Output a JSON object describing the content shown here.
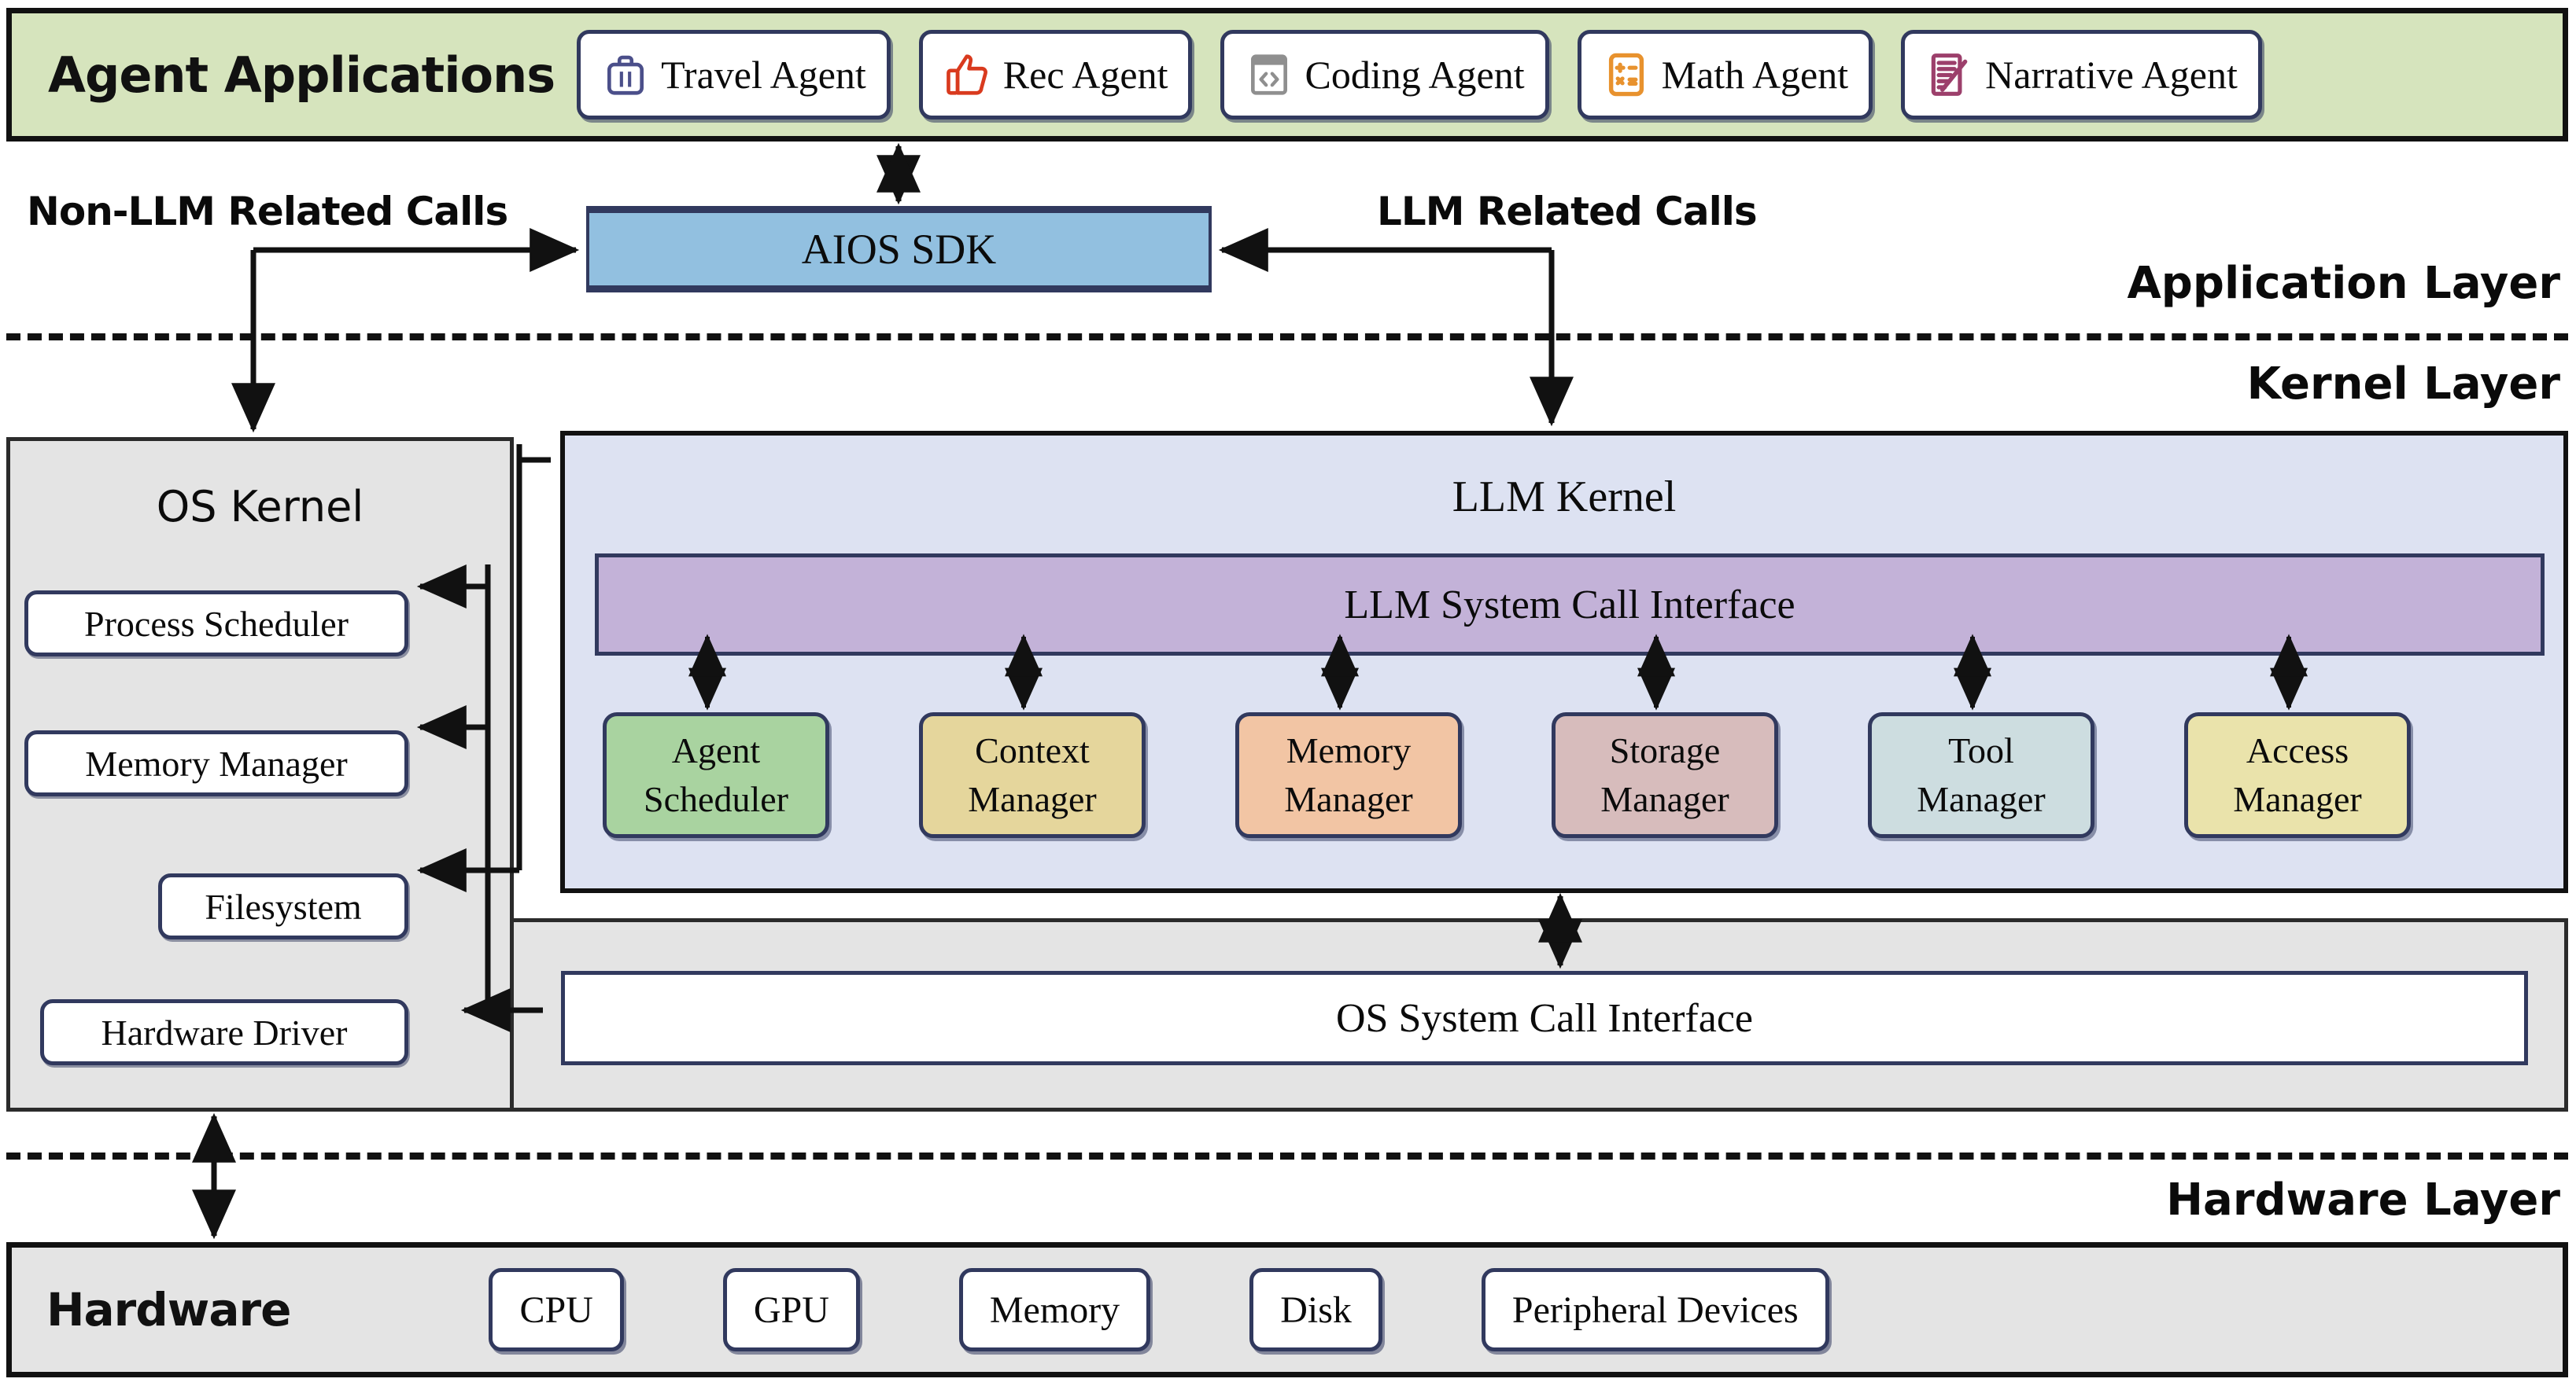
{
  "application_layer": {
    "band_title": "Agent Applications",
    "caption": "Application Layer",
    "agents": [
      {
        "label": "Travel Agent",
        "icon": "suitcase-icon",
        "icon_color": "#4b4f8a"
      },
      {
        "label": "Rec Agent",
        "icon": "thumbs-up-icon",
        "icon_color": "#d93a1e"
      },
      {
        "label": "Coding Agent",
        "icon": "code-window-icon",
        "icon_color": "#8f8f8f"
      },
      {
        "label": "Math Agent",
        "icon": "calculator-icon",
        "icon_color": "#e8922e"
      },
      {
        "label": "Narrative Agent",
        "icon": "document-pen-icon",
        "icon_color": "#9c3f6b"
      }
    ],
    "sdk": {
      "label": "AIOS SDK",
      "color": "#92c0e0"
    },
    "arrow_labels": {
      "left": "Non-LLM Related Calls",
      "right": "LLM Related Calls"
    }
  },
  "kernel_layer": {
    "caption": "Kernel Layer",
    "os_kernel": {
      "title": "OS Kernel",
      "items": [
        "Process Scheduler",
        "Memory Manager",
        "Filesystem",
        "Hardware Driver"
      ]
    },
    "llm_kernel": {
      "title": "LLM Kernel",
      "syscall_interface": "LLM System Call Interface",
      "managers": [
        {
          "line1": "Agent",
          "line2": "Scheduler",
          "color": "#a9d3a0"
        },
        {
          "line1": "Context",
          "line2": "Manager",
          "color": "#e5d69c"
        },
        {
          "line1": "Memory",
          "line2": "Manager",
          "color": "#f2c5a4"
        },
        {
          "line1": "Storage",
          "line2": "Manager",
          "color": "#d7bcbc"
        },
        {
          "line1": "Tool",
          "line2": "Manager",
          "color": "#cddde0"
        },
        {
          "line1": "Access",
          "line2": "Manager",
          "color": "#eae3ab"
        }
      ]
    },
    "os_syscall_interface": "OS System Call Interface"
  },
  "hardware_layer": {
    "caption": "Hardware Layer",
    "band_title": "Hardware",
    "items": [
      "CPU",
      "GPU",
      "Memory",
      "Disk",
      "Peripheral Devices"
    ]
  }
}
